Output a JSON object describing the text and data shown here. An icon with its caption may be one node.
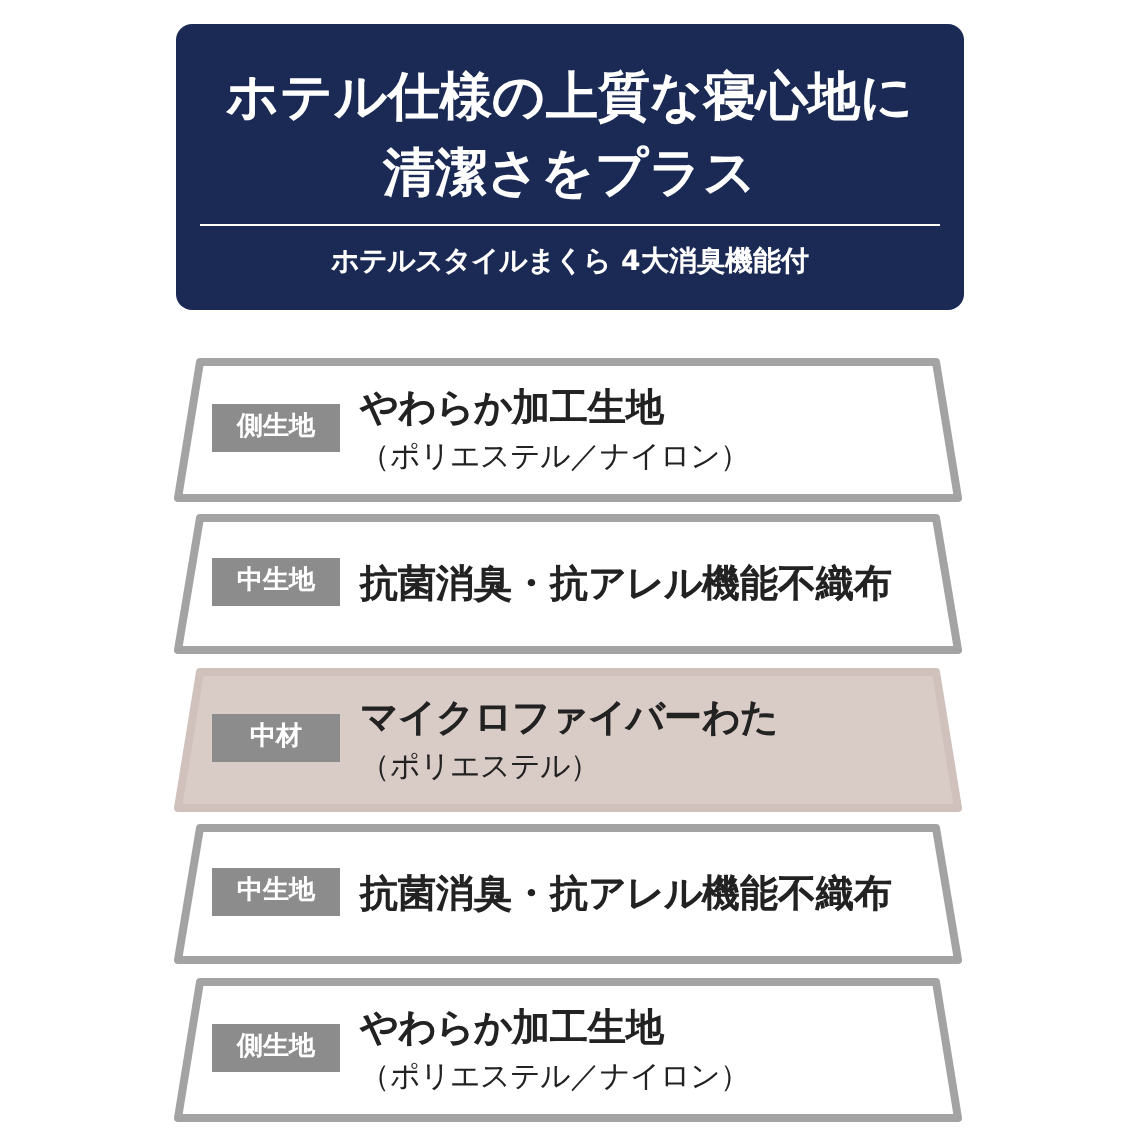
{
  "diagram": {
    "nodes": [
      {
        "text": [
          "ホテル仕様の上質な寝心地に清潔さをプラス",
          "ホテルスタイルまくら 4大消臭機能付"
        ]
      },
      {
        "text": [
          "やわらか加工生地",
          "（ポリエステル／ナイロン）"
        ]
      },
      {
        "text": [
          "側生地"
        ],
        "in": 1
      },
      {
        "text": [
          "抗菌消臭・抗アレル機能不織布"
        ]
      },
      {
        "text": [
          "中生地"
        ],
        "in": 3
      },
      {
        "text": [
          "マイクロファイバーわた",
          "（ポリエステル）"
        ]
      },
      {
        "text": [
          "中材"
        ],
        "in": 5
      },
      {
        "text": [
          "抗菌消臭・抗アレル機能不織布"
        ]
      },
      {
        "text": [
          "中生地"
        ],
        "in": 7
      },
      {
        "text": [
          "やわらか加工生地",
          "（ポリエステル／ナイロン）"
        ]
      },
      {
        "text": [
          "側生地"
        ],
        "in": 9
      }
    ]
  }
}
